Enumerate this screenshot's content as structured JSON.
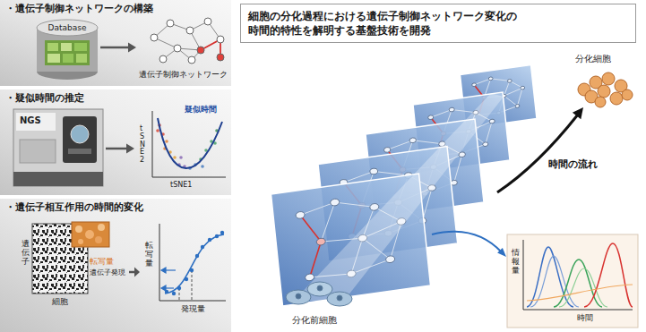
{
  "diagram": {
    "title": "細胞の分化過程における遺伝子制御ネットワーク変化の 時間的特性を解明する基盤技術を開発",
    "nodes": [
      {
        "text": [
          "・遺伝子制御ネットワークの構築"
        ]
      },
      {
        "text": [
          "Database"
        ],
        "in": 0
      },
      {
        "text": [
          "遺伝子制御ネットワーク"
        ],
        "in": 0
      },
      {
        "text": [
          "・疑似時間の推定"
        ]
      },
      {
        "text": [
          "NGS"
        ],
        "in": 3
      },
      {
        "text": [
          "疑似時間",
          "tSNE2",
          "tSNE1"
        ],
        "in": 3
      },
      {
        "text": [
          "・遺伝子相互作用の時間的変化"
        ]
      },
      {
        "text": [
          "遺伝子",
          "細胞",
          "転写量",
          "遺伝子発現"
        ],
        "in": 6
      },
      {
        "text": [
          "転写量",
          "発現量"
        ],
        "in": 6
      },
      {
        "text": [
          "情報量",
          "時間"
        ]
      }
    ],
    "edges": [
      {
        "from": 1,
        "to": 2,
        "arrow": "to"
      },
      {
        "from": 4,
        "to": 5,
        "arrow": "to"
      },
      {
        "from": 7,
        "to": 8,
        "arrow": "to"
      }
    ],
    "labels": [
      "分化細胞",
      "時間の流れ",
      "分化前細胞"
    ]
  }
}
